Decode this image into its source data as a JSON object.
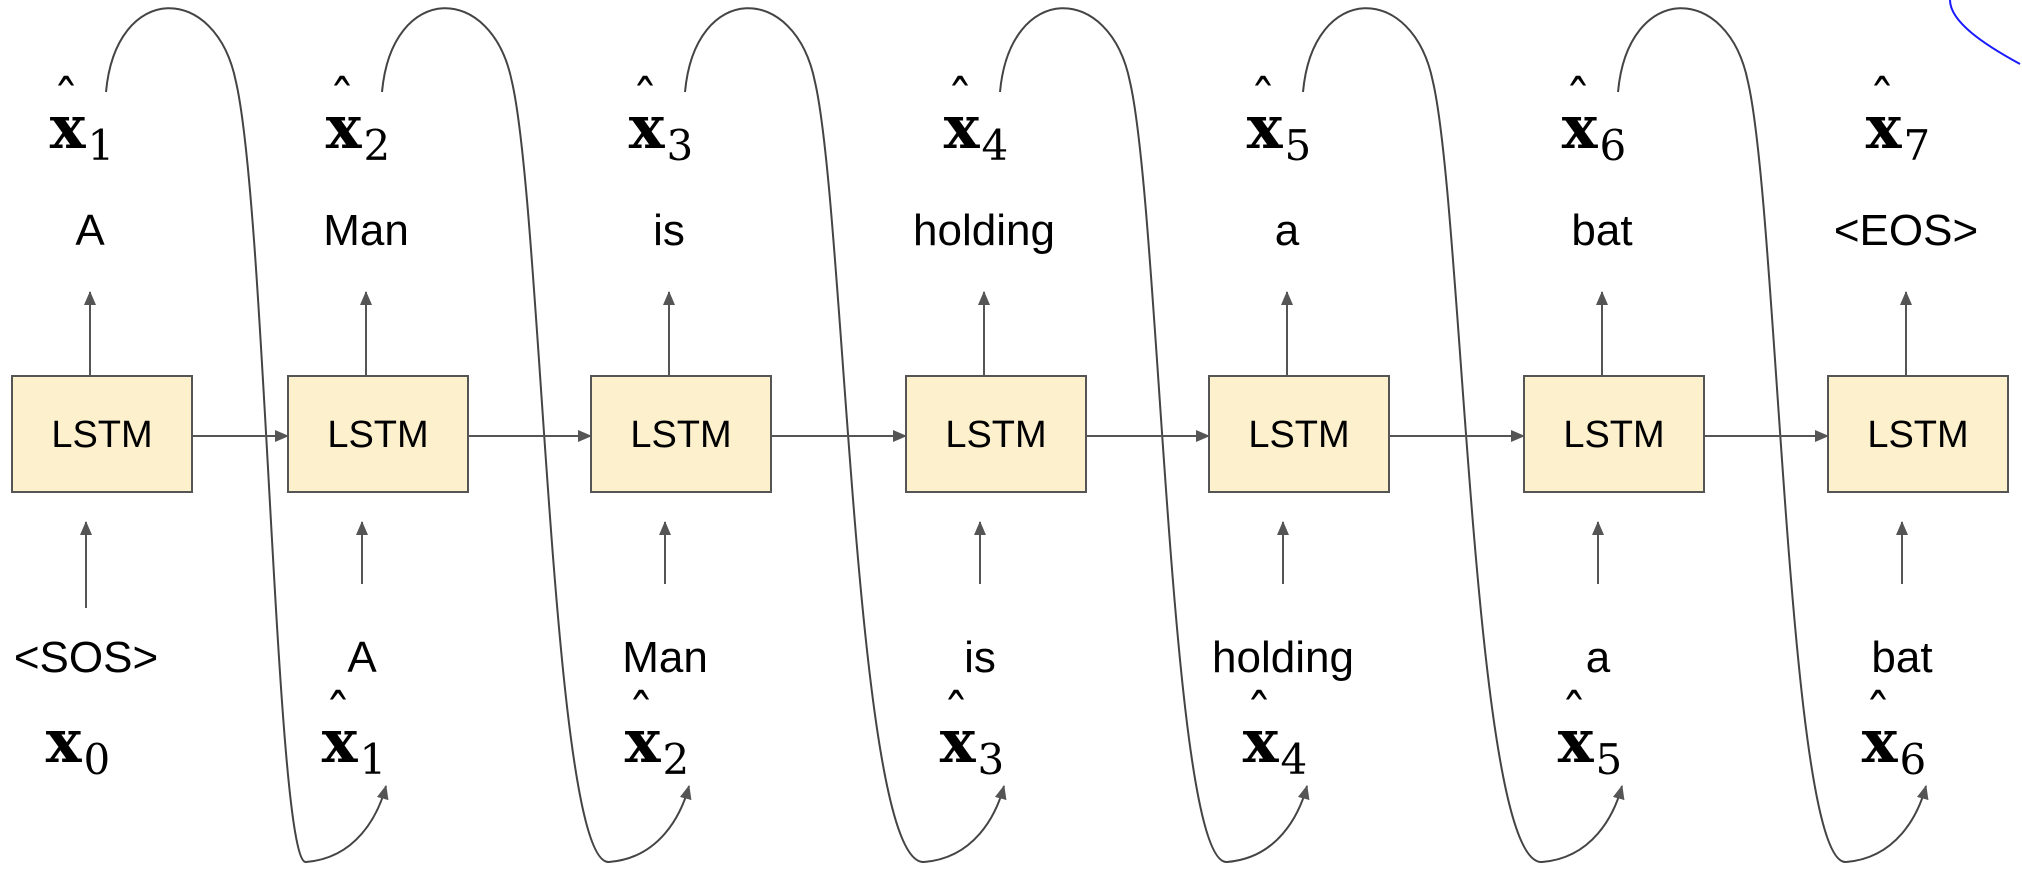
{
  "cell_label": "LSTM",
  "steps": [
    {
      "output_word": "A",
      "output_var": {
        "base": "x",
        "sub": "1"
      },
      "input_word": "<SOS>",
      "input_var": {
        "base": "x",
        "sub": "0",
        "hat": false
      }
    },
    {
      "output_word": "Man",
      "output_var": {
        "base": "x",
        "sub": "2"
      },
      "input_word": "A",
      "input_var": {
        "base": "x",
        "sub": "1",
        "hat": true
      }
    },
    {
      "output_word": "is",
      "output_var": {
        "base": "x",
        "sub": "3"
      },
      "input_word": "Man",
      "input_var": {
        "base": "x",
        "sub": "2",
        "hat": true
      }
    },
    {
      "output_word": "holding",
      "output_var": {
        "base": "x",
        "sub": "4"
      },
      "input_word": "is",
      "input_var": {
        "base": "x",
        "sub": "3",
        "hat": true
      }
    },
    {
      "output_word": "a",
      "output_var": {
        "base": "x",
        "sub": "5"
      },
      "input_word": "holding",
      "input_var": {
        "base": "x",
        "sub": "4",
        "hat": true
      }
    },
    {
      "output_word": "bat",
      "output_var": {
        "base": "x",
        "sub": "6"
      },
      "input_word": "a",
      "input_var": {
        "base": "x",
        "sub": "5",
        "hat": true
      }
    },
    {
      "output_word": "<EOS>",
      "output_var": {
        "base": "x",
        "sub": "7"
      },
      "input_word": "bat",
      "input_var": {
        "base": "x",
        "sub": "6",
        "hat": true
      }
    }
  ],
  "colors": {
    "cell_fill": "#fcf0cd",
    "cell_stroke": "#555555",
    "arrow": "#555555",
    "stray_curve": "#1a1aff"
  }
}
